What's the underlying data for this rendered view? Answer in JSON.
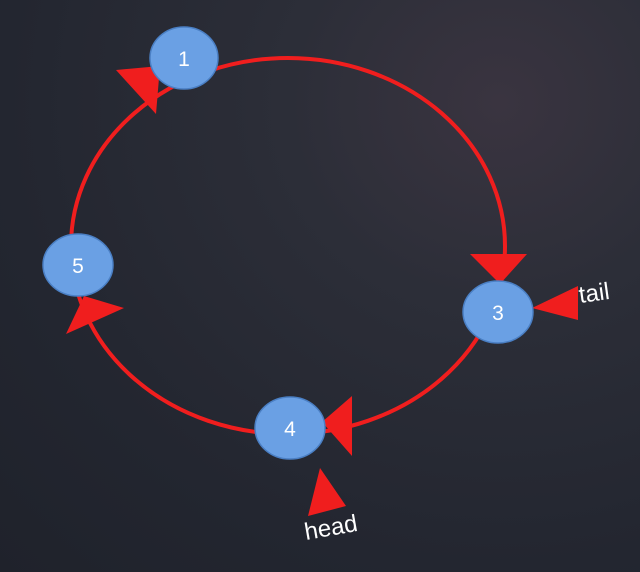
{
  "diagram": {
    "nodes": [
      {
        "id": "n1",
        "label": "1"
      },
      {
        "id": "n3",
        "label": "3"
      },
      {
        "id": "n4",
        "label": "4"
      },
      {
        "id": "n5",
        "label": "5"
      }
    ],
    "pointers": [
      {
        "id": "tail",
        "label": "tail"
      },
      {
        "id": "head",
        "label": "head"
      }
    ],
    "colors": {
      "ring": "#f01e1e",
      "node_fill": "#6aa0e4",
      "node_stroke": "#4a7fc4",
      "arrow": "#f01e1e",
      "text": "#ffffff"
    }
  }
}
